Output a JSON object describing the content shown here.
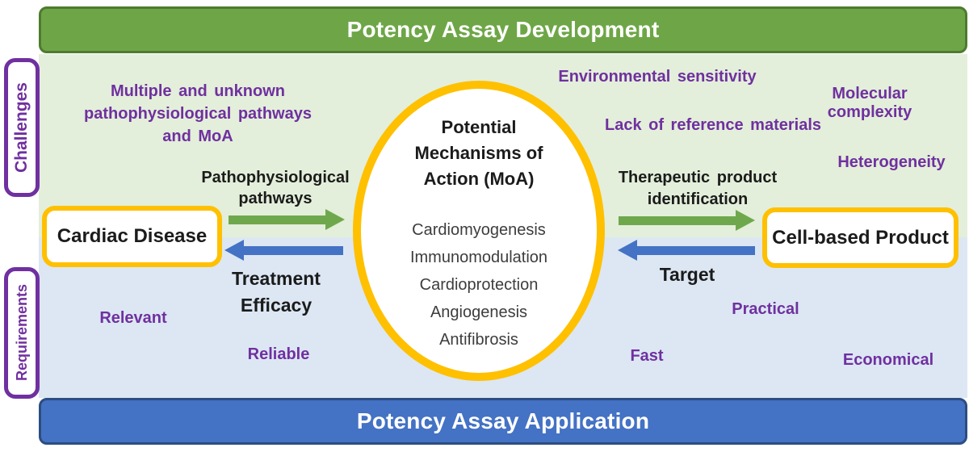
{
  "colors": {
    "banner_green": "#6EA647",
    "banner_green_border": "#4E7B2F",
    "banner_blue": "#4472C4",
    "banner_blue_border": "#2C4D80",
    "bg_challenges": "#E3EFDA",
    "bg_requirements": "#DCE7F3",
    "accent_purple": "#7030A0",
    "accent_yellow": "#FFC000",
    "arrow_green": "#6FA84C",
    "arrow_blue": "#4472C4"
  },
  "banners": {
    "top": "Potency Assay Development",
    "bottom": "Potency Assay Application"
  },
  "side_tabs": {
    "challenges": "Challenges",
    "requirements": "Requirements"
  },
  "center": {
    "title": "Potential\nMechanisms of\nAction (MoA)",
    "mechanisms": [
      "Cardiomyogenesis",
      "Immunomodulation",
      "Cardioprotection",
      "Angiogenesis",
      "Antifibrosis"
    ]
  },
  "nodes": {
    "disease": "Cardiac Disease",
    "product": "Cell-based Product"
  },
  "arrow_labels": {
    "pathophysiological": "Pathophysiological\npathways",
    "treatment_efficacy": "Treatment\nEfficacy",
    "therapeutic": "Therapeutic product\nidentification",
    "target": "Target"
  },
  "challenges": {
    "multiple": "Multiple and unknown\npathophysiological pathways\nand MoA",
    "environmental": "Environmental sensitivity",
    "molecular": "Molecular complexity",
    "reference": "Lack of reference materials",
    "heterogeneity": "Heterogeneity"
  },
  "requirements": {
    "relevant": "Relevant",
    "reliable": "Reliable",
    "practical": "Practical",
    "fast": "Fast",
    "economical": "Economical"
  }
}
